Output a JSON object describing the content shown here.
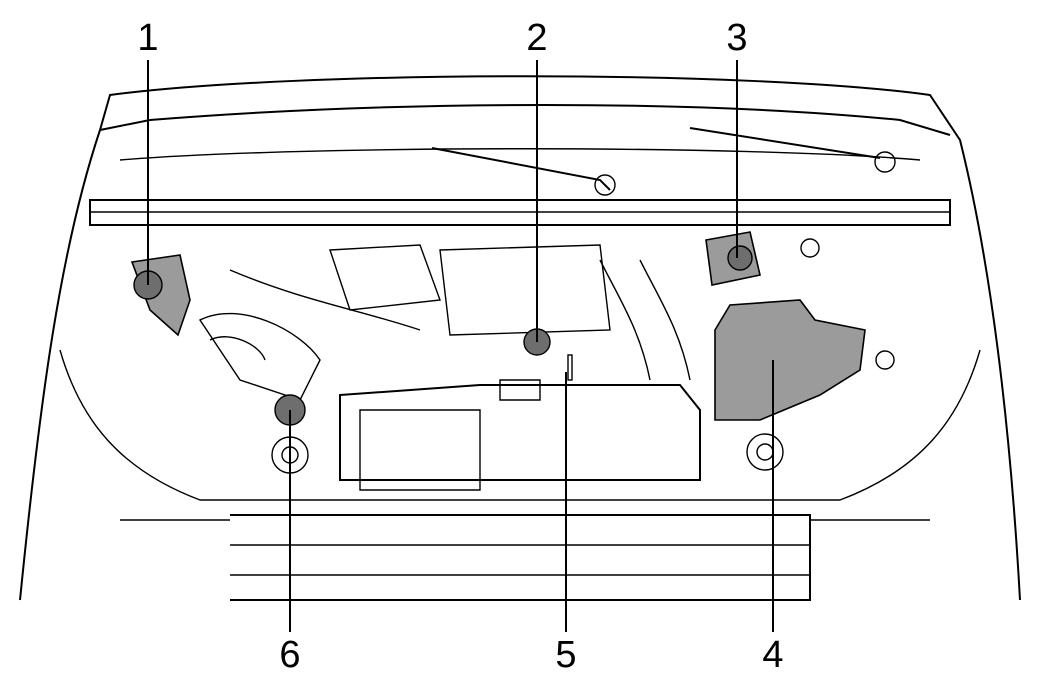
{
  "diagram": {
    "subject": "engine-compartment",
    "colors": {
      "line": "#000000",
      "highlight": "#9b9b9b",
      "cap": "#6e6e6e"
    },
    "callouts": [
      {
        "label": "1"
      },
      {
        "label": "2"
      },
      {
        "label": "3"
      },
      {
        "label": "4"
      },
      {
        "label": "5"
      },
      {
        "label": "6"
      }
    ]
  }
}
